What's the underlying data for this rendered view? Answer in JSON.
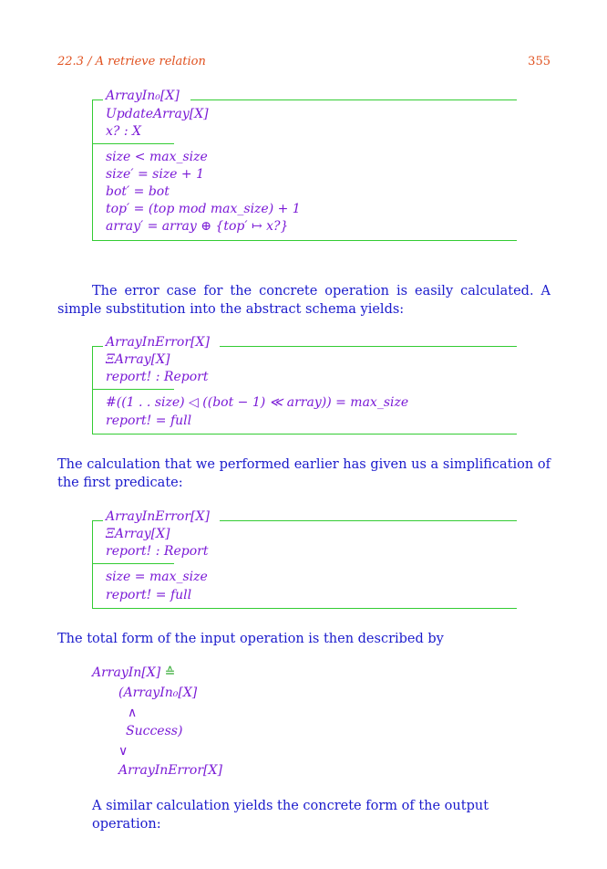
{
  "header": {
    "section": "22.3 / A retrieve relation",
    "page": "355"
  },
  "schema1": {
    "name": "ArrayIn₀[X]",
    "decls": [
      "UpdateArray[X]",
      "x? : X"
    ],
    "preds": [
      "size < max_size",
      "size′ = size + 1",
      "bot′ = bot",
      "top′ = (top mod max_size) + 1",
      "array′ = array ⊕ {top′ ↦ x?}"
    ]
  },
  "para1": "The error case for the concrete operation is easily calculated. A simple substitution into the abstract schema yields:",
  "schema2": {
    "name": "ArrayInError[X]",
    "decls": [
      "ΞArray[X]",
      "report! : Report"
    ],
    "preds": [
      "#((1 . . size) ◁ ((bot − 1) ≪ array)) = max_size",
      "report! = full"
    ]
  },
  "para2": "The calculation that we performed earlier has given us a simplification of the first predicate:",
  "schema3": {
    "name": "ArrayInError[X]",
    "decls": [
      "ΞArray[X]",
      "report! : Report"
    ],
    "preds": [
      "size = max_size",
      "report! = full"
    ]
  },
  "para3": "The total form of the input operation is then described by",
  "definition": {
    "lhs": "ArrayIn[X]",
    "defsym": "≙",
    "lines": [
      "(ArrayIn₀[X]",
      "∧",
      "Success)",
      "∨",
      "ArrayInError[X]"
    ]
  },
  "para4": "A similar calculation yields the concrete form of the output operation:"
}
